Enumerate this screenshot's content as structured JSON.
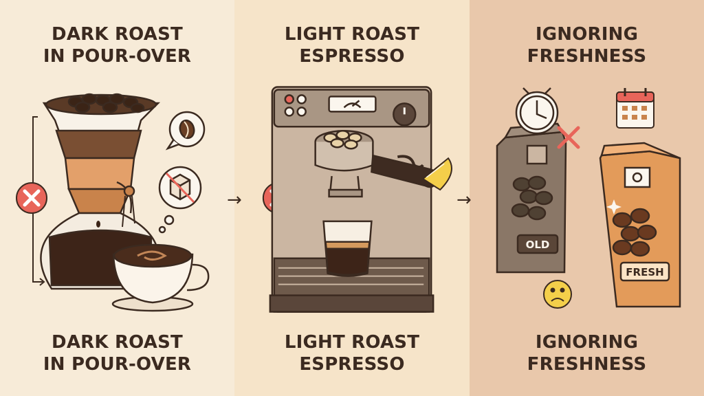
{
  "panels": [
    {
      "title_lines": [
        "DARK ROAST",
        "IN POUR-OVER"
      ],
      "caption_lines": [
        "DARK ROAST",
        "IN POUR-OVER"
      ]
    },
    {
      "title_lines": [
        "LIGHT ROAST",
        "ESPRESSO"
      ],
      "caption_lines": [
        "LIGHT ROAST",
        "ESPRESSO"
      ]
    },
    {
      "title_lines": [
        "IGNORING",
        "FRESHNESS"
      ],
      "caption_lines": [
        "IGNORING",
        "FRESHNESS"
      ]
    }
  ],
  "bags": {
    "old_label": "OLD",
    "fresh_label": "FRESH"
  },
  "arrows": {
    "symbol": "→"
  },
  "icons": {
    "panel1": [
      "x-mark-icon",
      "coffee-bean-icon",
      "crossed-cube-icon",
      "chemex-icon",
      "coffee-cup-icon"
    ],
    "panel2": [
      "x-mark-icon",
      "espresso-machine-icon",
      "lemon-slice-icon",
      "espresso-shot-icon"
    ],
    "panel3": [
      "clock-icon",
      "calendar-icon",
      "x-mark-icon",
      "sad-face-icon"
    ]
  },
  "colors": {
    "panel1_bg": "#f7ebd8",
    "panel2_bg": "#f6e4c9",
    "panel3_bg": "#e9c8ab",
    "text": "#3b2a20",
    "error_red": "#e8655a",
    "copper": "#d98b4b"
  }
}
